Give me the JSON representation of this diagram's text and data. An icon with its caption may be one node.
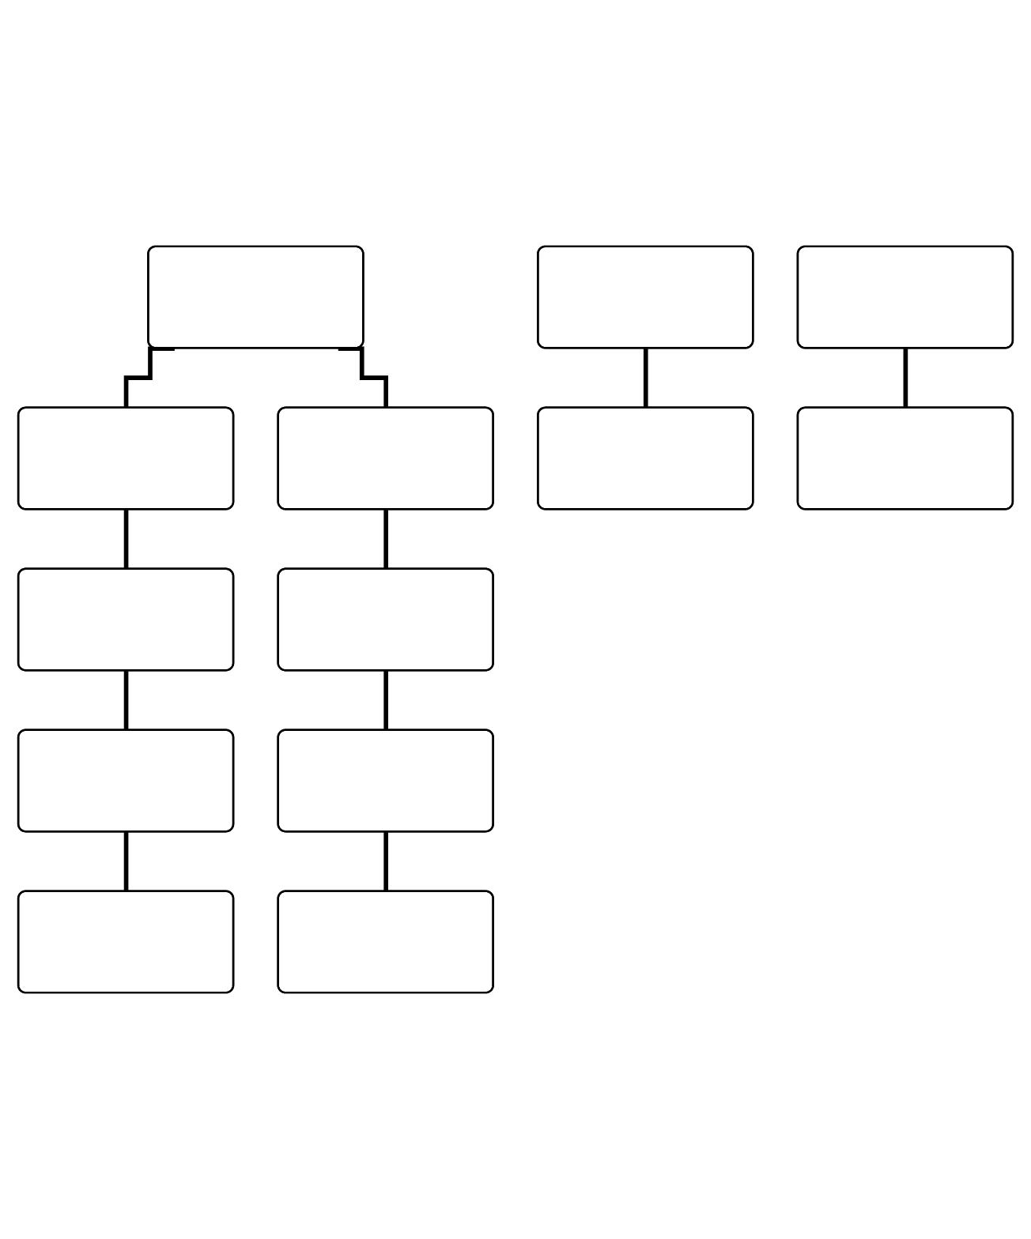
{
  "diagram": {
    "nodes": [
      {
        "text": [],
        "shape": "box"
      },
      {
        "text": [],
        "shape": "box"
      },
      {
        "text": [],
        "shape": "box"
      },
      {
        "text": [],
        "shape": "box"
      },
      {
        "text": [],
        "shape": "box"
      },
      {
        "text": [],
        "shape": "box"
      },
      {
        "text": [],
        "shape": "box"
      },
      {
        "text": [],
        "shape": "box"
      },
      {
        "text": [],
        "shape": "box"
      },
      {
        "text": [],
        "shape": "box"
      },
      {
        "text": [],
        "shape": "box"
      },
      {
        "text": [],
        "shape": "box"
      },
      {
        "text": [],
        "shape": "box"
      }
    ],
    "edges": [
      {
        "from": 0,
        "to": 1,
        "arrow": "none"
      },
      {
        "from": 0,
        "to": 2,
        "arrow": "none"
      },
      {
        "from": 1,
        "to": 3,
        "arrow": "none"
      },
      {
        "from": 2,
        "to": 4,
        "arrow": "none"
      },
      {
        "from": 3,
        "to": 9,
        "arrow": "none"
      },
      {
        "from": 4,
        "to": 10,
        "arrow": "none"
      },
      {
        "from": 5,
        "to": 7,
        "arrow": "none"
      },
      {
        "from": 6,
        "to": 8,
        "arrow": "none"
      },
      {
        "from": 9,
        "to": 11,
        "arrow": "none"
      },
      {
        "from": 10,
        "to": 12,
        "arrow": "none"
      }
    ]
  }
}
